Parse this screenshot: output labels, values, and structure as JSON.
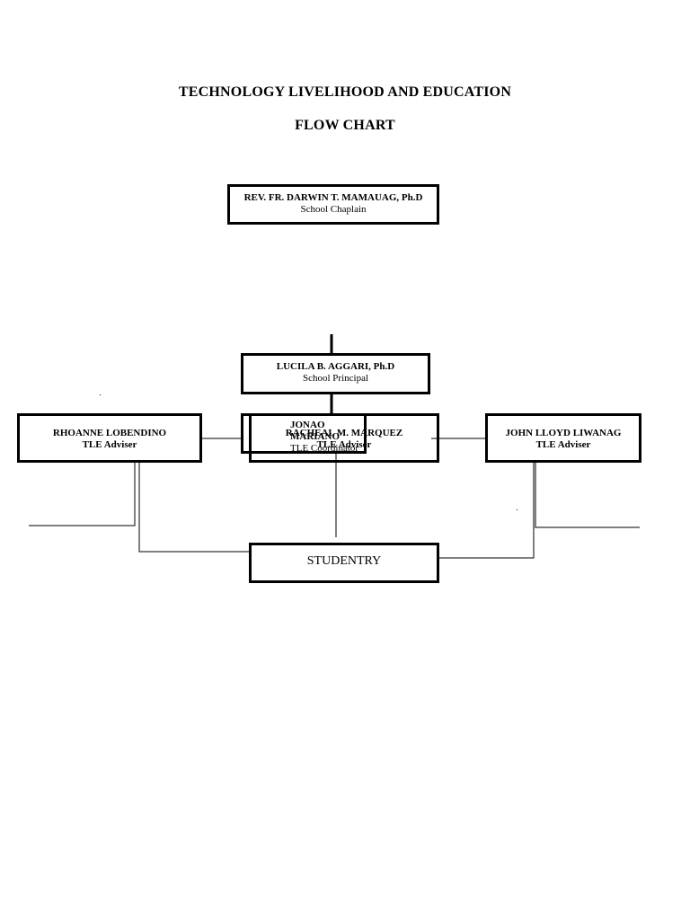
{
  "title": {
    "line1": "TECHNOLOGY LIVELIHOOD AND EDUCATION",
    "line2": "FLOW CHART"
  },
  "nodes": {
    "chaplain": {
      "name": "REV. FR. DARWIN T. MAMAUAG, Ph.D",
      "role": "School Chaplain"
    },
    "principal": {
      "name": "LUCILA B. AGGARI, Ph.D",
      "role": "School Principal"
    },
    "coordinator": {
      "name": "JONAO MARIANO",
      "role": "TLE Coordinator"
    },
    "adviser_left": {
      "name": "RHOANNE LOBENDINO",
      "role": "TLE Adviser"
    },
    "adviser_mid": {
      "name": "RACHEAL M. MARQUEZ",
      "role": "TLE Adviser"
    },
    "adviser_right": {
      "name": "JOHN LLOYD LIWANAG",
      "role": "TLE Adviser"
    },
    "studentry": {
      "name": "STUDENTRY"
    }
  },
  "colors": {
    "line": "#000000",
    "background": "#ffffff"
  }
}
